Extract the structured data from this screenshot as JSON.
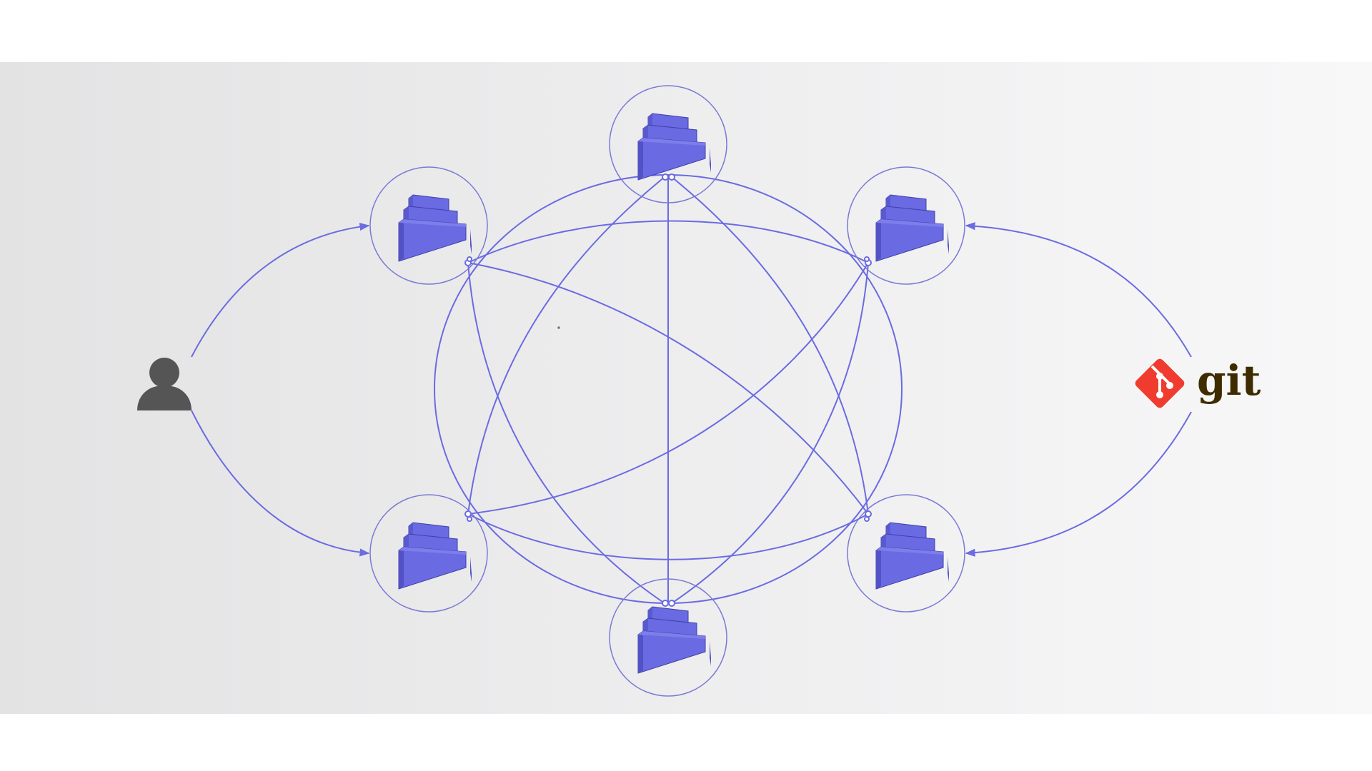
{
  "colors": {
    "band_left": "#e3e3e4",
    "band_right": "#f8f8f9",
    "page": "#ffffff",
    "accent": "#6b6be2",
    "node_ring": "#7a7ad6",
    "box_front": "#6a6ae3",
    "box_top": "#7d7dec",
    "box_side": "#5353c4",
    "box_edge": "#3f3fa8",
    "user_icon": "#555555",
    "git_logo": "#f03c2e",
    "git_text": "#3e2c00"
  },
  "icons": {
    "user": "user-icon",
    "git_logo": "git-logo-icon",
    "node": "container-stack-icon"
  },
  "git": {
    "wordmark": "git"
  },
  "nodes": [
    "top",
    "upper-right",
    "lower-right",
    "bottom",
    "lower-left",
    "upper-left"
  ]
}
